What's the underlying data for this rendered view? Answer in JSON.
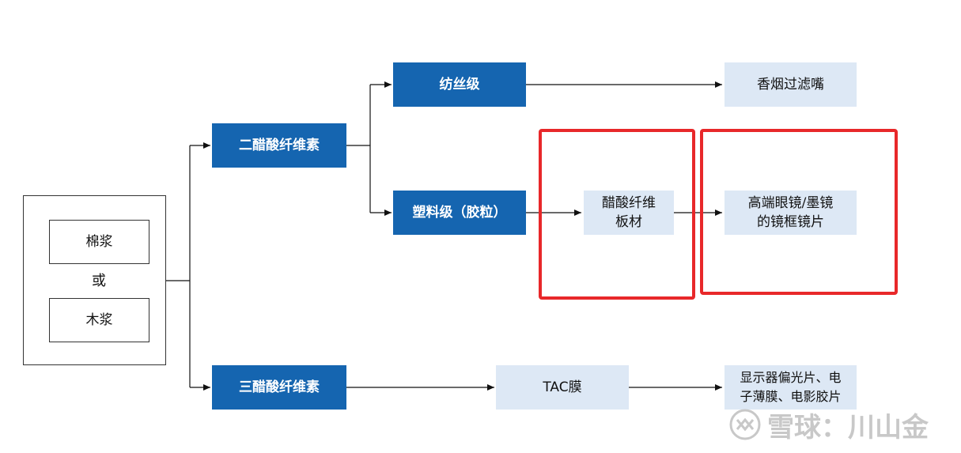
{
  "sources": {
    "item1": "棉浆",
    "or": "或",
    "item2": "木浆"
  },
  "nodes": {
    "diacetate": "二醋酸纤维素",
    "triacetate": "三醋酸纤维素",
    "textile_grade": "纺丝级",
    "plastic_grade": "塑料级（胶粒）",
    "sheet": "醋酸纤维\n板材",
    "tac_film": "TAC膜",
    "cigarette_filter": "香烟过滤嘴",
    "eyewear": "高端眼镜/墨镜\n的镜框镜片",
    "display": "显示器偏光片、电\n子薄膜、电影胶片"
  },
  "colors": {
    "node_blue": "#1565b0",
    "node_light": "#dde8f5",
    "highlight": "#e8282a"
  },
  "watermark": "雪球：川山金"
}
